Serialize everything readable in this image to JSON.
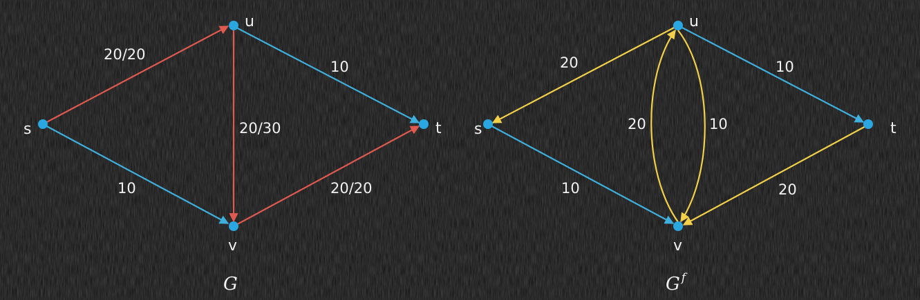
{
  "colors": {
    "background": "#151515",
    "node": "#2aa6e0",
    "edge_blue": "#3fb0de",
    "edge_red": "#e05a50",
    "edge_yellow": "#f2d04a",
    "text": "#f2f2f2"
  },
  "graph_g": {
    "name": "G",
    "nodes": {
      "s": "s",
      "u": "u",
      "v": "v",
      "t": "t"
    },
    "edges": {
      "s_u": "20/20",
      "u_v": "20/30",
      "u_t": "10",
      "s_v": "10",
      "v_t": "20/20"
    }
  },
  "graph_gf": {
    "name": "G",
    "superscript": "f",
    "nodes": {
      "s": "s",
      "u": "u",
      "v": "v",
      "t": "t"
    },
    "edges": {
      "u_s": "20",
      "v_u": "20",
      "u_v": "10",
      "u_t": "10",
      "s_v": "10",
      "t_v": "20"
    }
  }
}
